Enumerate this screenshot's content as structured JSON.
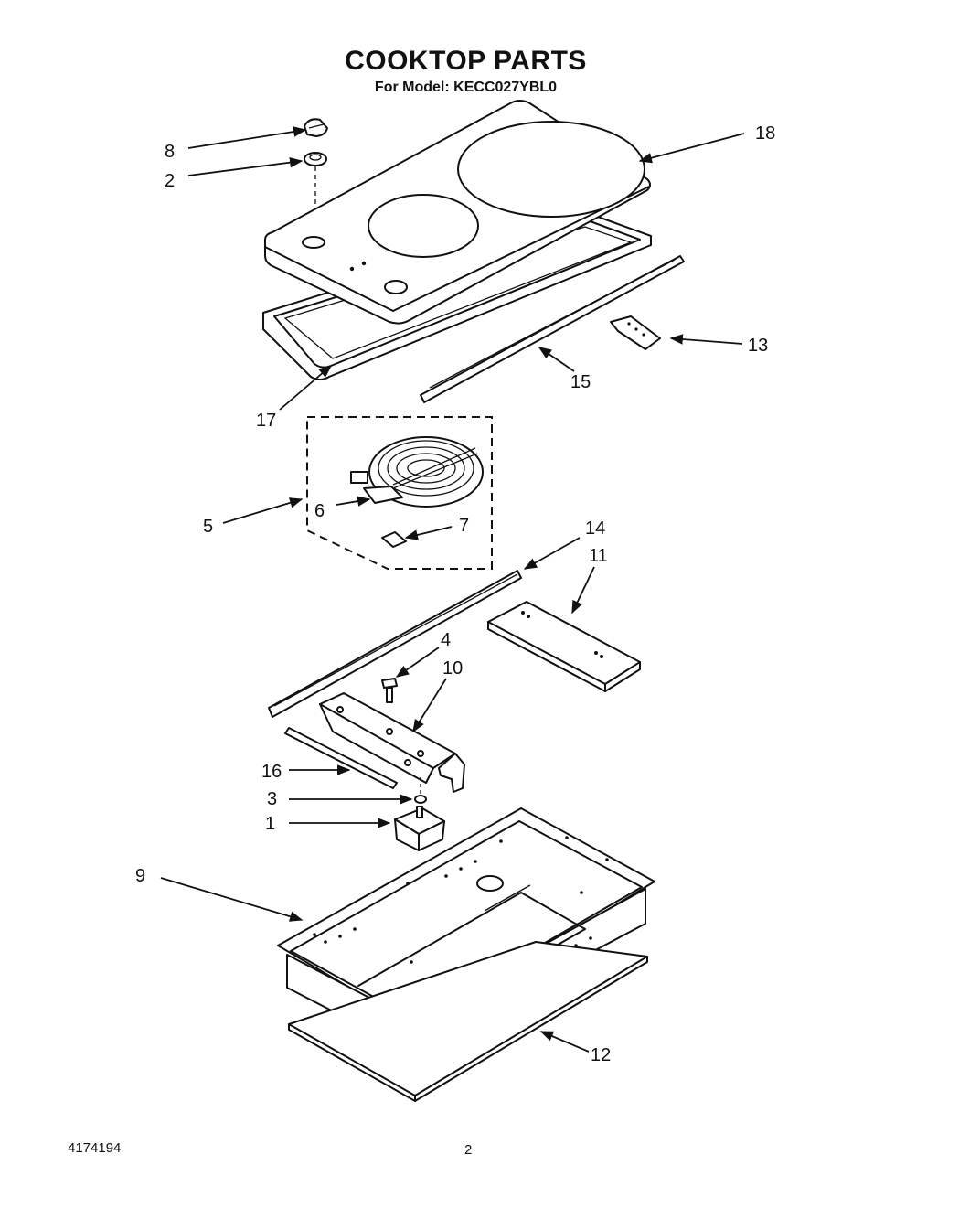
{
  "header": {
    "title": "COOKTOP PARTS",
    "subtitle": "For Model: KECC027YBL0"
  },
  "footer": {
    "doc_number": "4174194",
    "page_number": "2"
  },
  "callouts": [
    {
      "id": "c8",
      "label": "8"
    },
    {
      "id": "c2",
      "label": "2"
    },
    {
      "id": "c18",
      "label": "18"
    },
    {
      "id": "c13",
      "label": "13"
    },
    {
      "id": "c15",
      "label": "15"
    },
    {
      "id": "c17",
      "label": "17"
    },
    {
      "id": "c5",
      "label": "5"
    },
    {
      "id": "c6",
      "label": "6"
    },
    {
      "id": "c7",
      "label": "7"
    },
    {
      "id": "c14",
      "label": "14"
    },
    {
      "id": "c11",
      "label": "11"
    },
    {
      "id": "c4",
      "label": "4"
    },
    {
      "id": "c10",
      "label": "10"
    },
    {
      "id": "c16",
      "label": "16"
    },
    {
      "id": "c3",
      "label": "3"
    },
    {
      "id": "c1",
      "label": "1"
    },
    {
      "id": "c9",
      "label": "9"
    },
    {
      "id": "c12",
      "label": "12"
    }
  ]
}
